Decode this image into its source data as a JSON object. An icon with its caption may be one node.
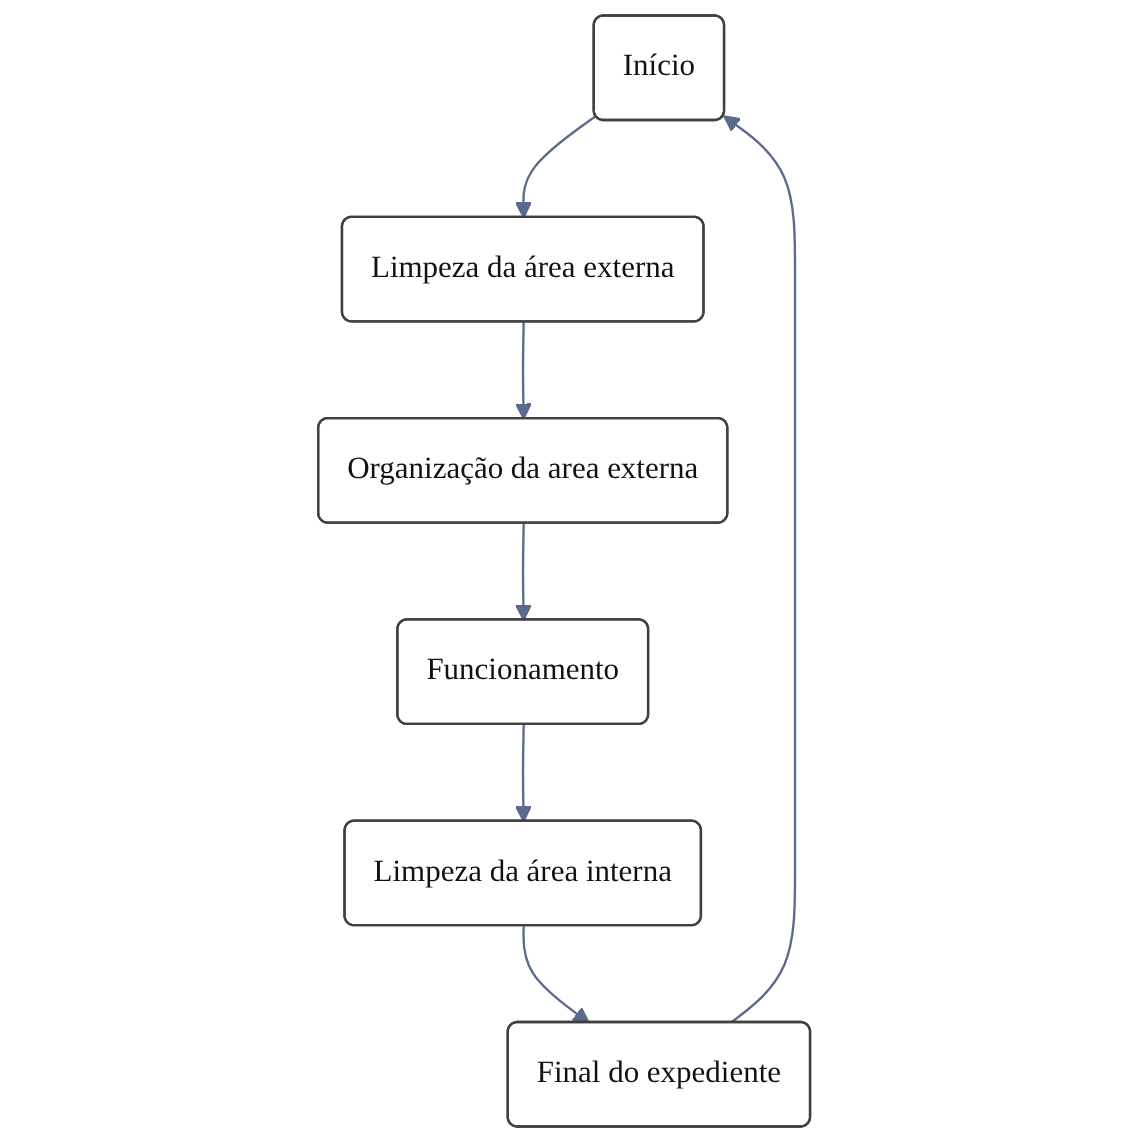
{
  "diagram": {
    "nodes": [
      {
        "text": [
          "Início"
        ]
      },
      {
        "text": [
          "Limpeza da área externa"
        ]
      },
      {
        "text": [
          "Organização da area externa"
        ]
      },
      {
        "text": [
          "Funcionamento"
        ]
      },
      {
        "text": [
          "Limpeza da área interna"
        ]
      },
      {
        "text": [
          "Final do expediente"
        ]
      }
    ],
    "edges": [
      {
        "from": 0,
        "to": 1,
        "arrow": "to"
      },
      {
        "from": 1,
        "to": 2,
        "arrow": "to"
      },
      {
        "from": 2,
        "to": 3,
        "arrow": "to"
      },
      {
        "from": 3,
        "to": 4,
        "arrow": "to"
      },
      {
        "from": 4,
        "to": 5,
        "arrow": "to"
      },
      {
        "from": 5,
        "to": 0,
        "arrow": "to"
      }
    ]
  }
}
